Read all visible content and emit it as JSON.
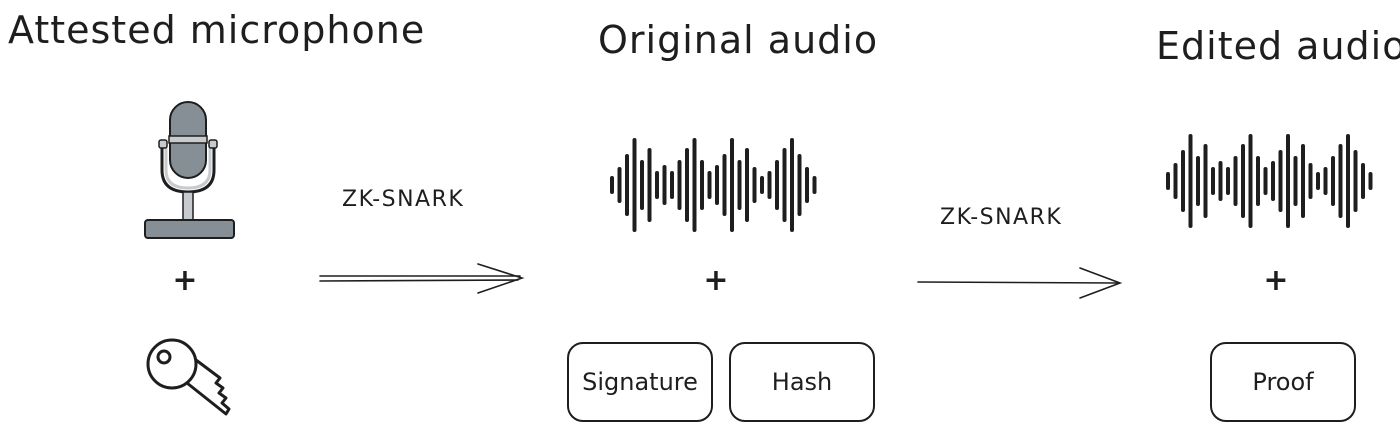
{
  "columns": {
    "microphone": {
      "title": "Attested microphone",
      "plus": "+"
    },
    "original": {
      "title": "Original audio",
      "plus": "+",
      "boxes": [
        "Signature",
        "Hash"
      ]
    },
    "edited": {
      "title": "Edited audio",
      "plus": "+",
      "boxes": [
        "Proof"
      ]
    }
  },
  "arrows": [
    {
      "label": "ZK-SNARK"
    },
    {
      "label": "ZK-SNARK"
    }
  ],
  "icons": [
    "microphone-icon",
    "key-icon",
    "waveform-icon"
  ],
  "colors": {
    "stroke": "#1e1e1e",
    "mic_fill": "#868e96",
    "background": "#ffffff"
  }
}
